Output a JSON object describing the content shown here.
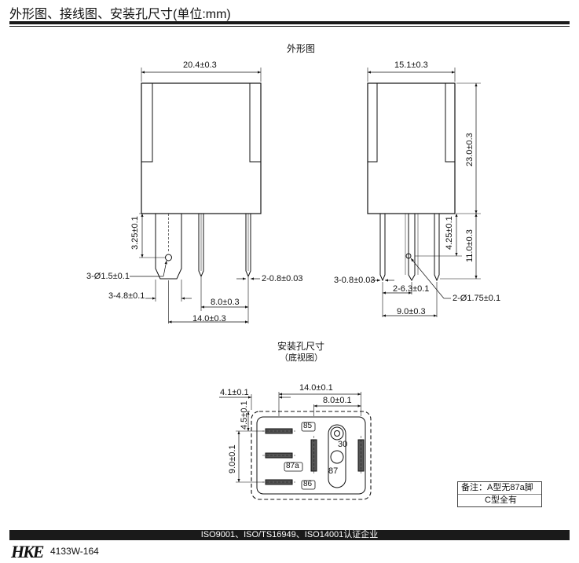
{
  "header": {
    "title": "外形图、接线图、安装孔尺寸(单位:mm)"
  },
  "outline": {
    "caption": "外形图",
    "front": {
      "width": "20.4±0.3",
      "height_3_25": "3.25±0.1",
      "hole": "3-Ø1.5±0.1",
      "terminal_width": "3-4.8±0.1",
      "pin_thickness": "2-0.8±0.03",
      "span_8": "8.0±0.3",
      "span_14": "14.0±0.3"
    },
    "side": {
      "width": "15.1±0.3",
      "height_23": "23.0±0.3",
      "height_11": "11.0±0.3",
      "height_4_25": "4.25±0.1",
      "pin_thickness": "3-0.8±0.03",
      "span_6_3": "2-6.3±0.1",
      "span_9": "9.0±0.3",
      "hole": "2-Ø1.75±0.1"
    }
  },
  "mount": {
    "caption": "安装孔尺寸",
    "subcaption": "（底视图）",
    "dim_4_1": "4.1±0.1",
    "dim_14": "14.0±0.1",
    "dim_8": "8.0±0.1",
    "dim_4_5": "4.5±0.1",
    "dim_9": "9.0±0.1",
    "pins": {
      "p85": "85",
      "p30": "30",
      "p87": "87",
      "p87a": "87a",
      "p86": "86"
    }
  },
  "note": {
    "line1": "备注：A型无87a脚",
    "line2": "C型全有"
  },
  "footer": {
    "certs": "ISO9001、ISO/TS16949、ISO14001认证企业",
    "brand": "HKE",
    "code": "4133W-164"
  }
}
